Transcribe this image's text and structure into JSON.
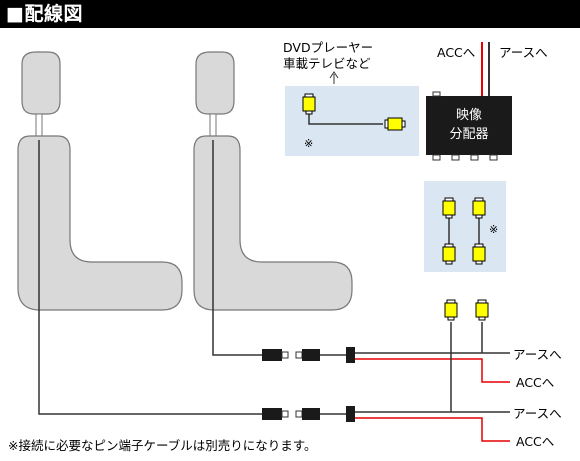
{
  "title": "■配線図",
  "labels": {
    "dvd_player": "DVDプレーヤー",
    "car_tv": "車載テレビなど",
    "acc_top": "ACCへ",
    "earth_top": "アースへ",
    "splitter_line1": "映像",
    "splitter_line2": "分配器",
    "note_mark_dvd": "※",
    "note_mark_cables": "※",
    "earth_1": "アースへ",
    "acc_1": "ACCへ",
    "earth_2": "アースへ",
    "acc_2": "ACCへ"
  },
  "footnote": "※接続に必要なピン端子ケーブルは別売りになります。",
  "colors": {
    "seat_fill": "#d9d9d9",
    "seat_stroke": "#777777",
    "panel_blue": "#dae6f2",
    "rca_yellow": "#ffff00",
    "wire_red": "#e60000",
    "wire_black": "#333333",
    "device_black": "#1a1a1a"
  },
  "icons": {
    "seat": "car-seat-icon",
    "rca": "rca-plug-icon",
    "splitter": "video-splitter-icon"
  }
}
